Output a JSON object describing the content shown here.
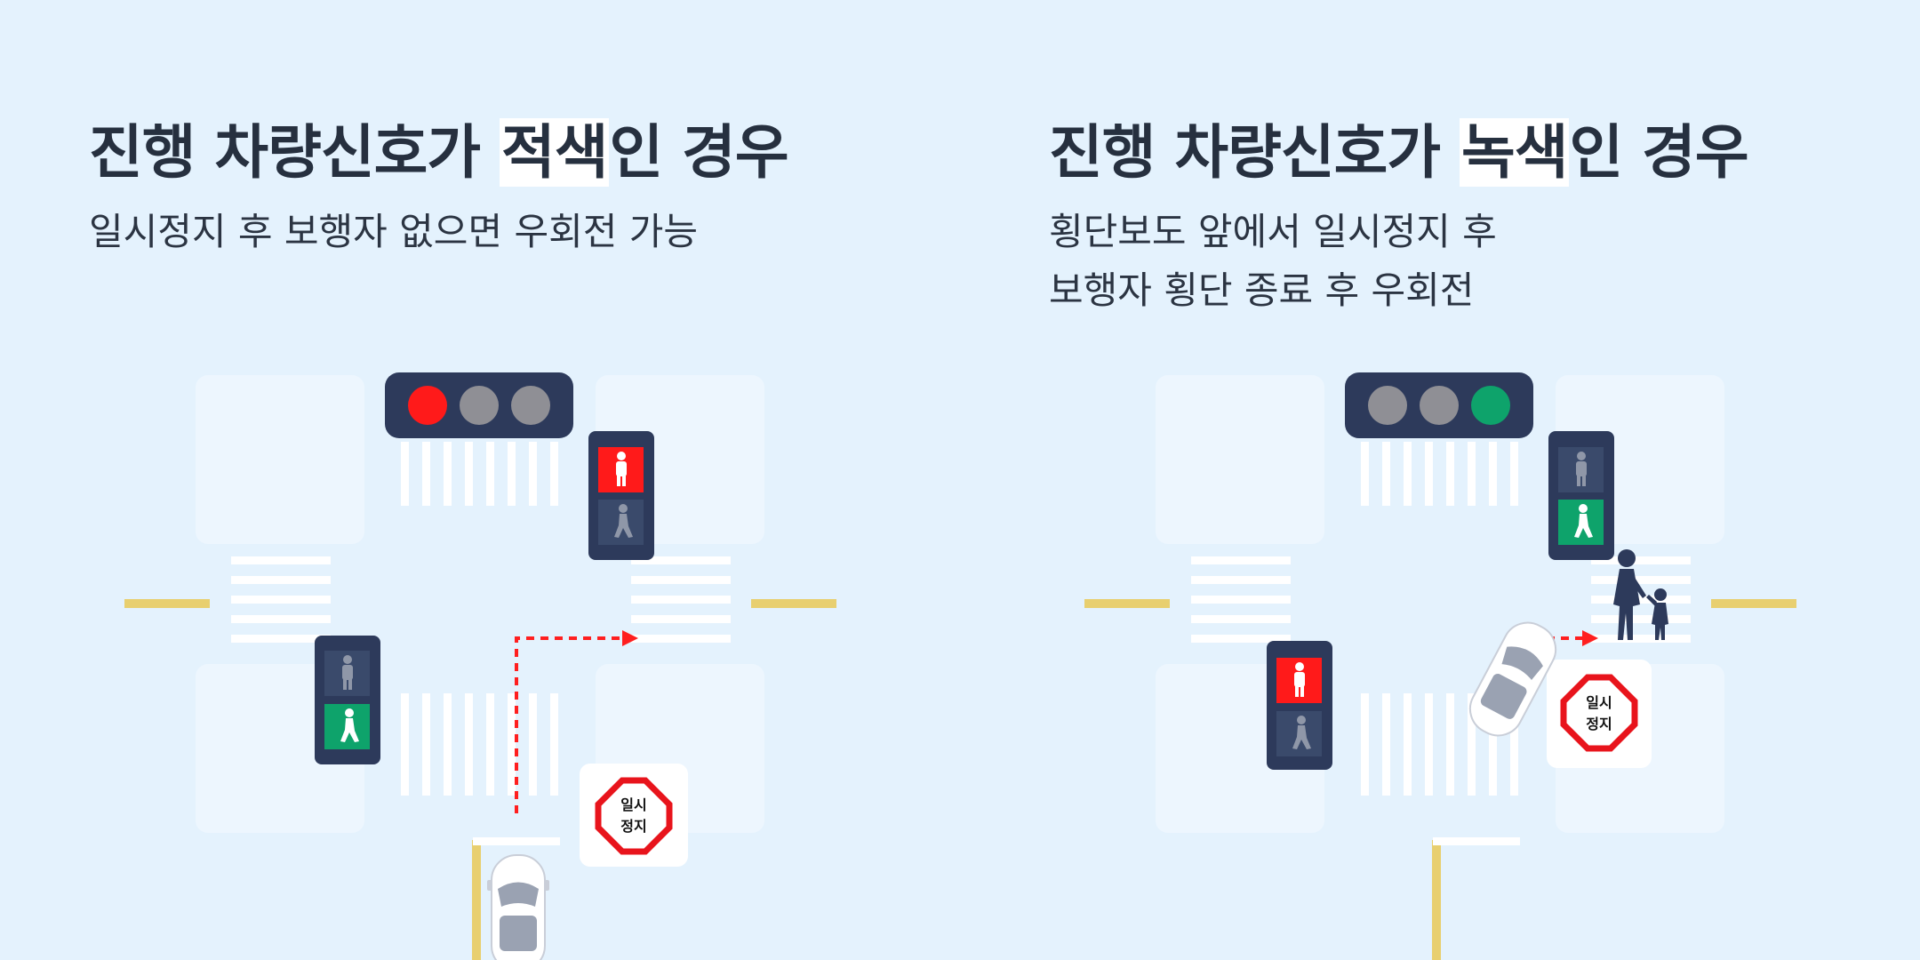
{
  "colors": {
    "background": "#e4f2fd",
    "block": "#edf6fe",
    "crosswalk": "#ffffff",
    "center_line": "#e8cf6f",
    "signal_body": "#2d3a5b",
    "signal_red": "#ff1a1a",
    "signal_gray": "#8f8f95",
    "signal_green": "#0ea36b",
    "path_arrow": "#ff1f1f",
    "stop_sign": "#e8141c",
    "pedestrian": "#2d3a5b"
  },
  "left": {
    "title_pre": "진행 차량신호가 ",
    "title_highlight": "적색",
    "title_post": "인 경우",
    "subtitle_lines": [
      "일시정지 후 보행자 없으면 우회전 가능"
    ],
    "vehicle_signal_lit": "red",
    "stop_sign_lines": [
      "일시",
      "정지"
    ]
  },
  "right": {
    "title_pre": "진행 차량신호가 ",
    "title_highlight": "녹색",
    "title_post": "인 경우",
    "subtitle_lines": [
      "횡단보도 앞에서 일시정지 후",
      "보행자 횡단 종료 후 우회전"
    ],
    "vehicle_signal_lit": "green",
    "stop_sign_lines": [
      "일시",
      "정지"
    ]
  },
  "icons": [
    "traffic-light-icon",
    "pedestrian-signal-icon",
    "stop-sign-icon",
    "car-icon",
    "pedestrian-adult-icon",
    "pedestrian-child-icon"
  ]
}
